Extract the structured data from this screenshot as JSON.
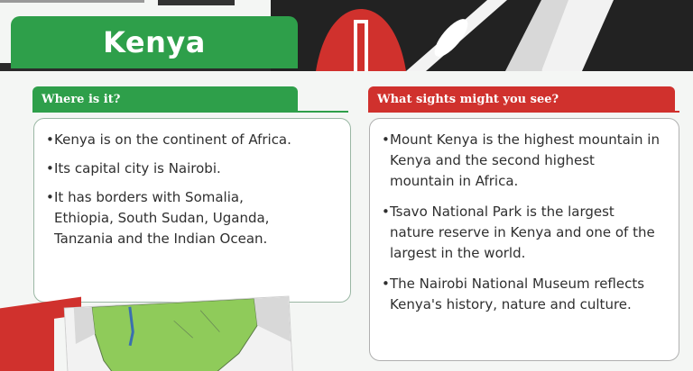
{
  "title": "Kenya",
  "sections": {
    "left": {
      "heading": "Where is it?",
      "items": [
        "Kenya is on the continent of Africa.",
        "Its capital city is Nairobi.",
        "It has borders with Somalia, Ethiopia, South Sudan, Uganda, Tanzania and the Indian Ocean."
      ]
    },
    "right": {
      "heading": "What sights might you see?",
      "items": [
        "Mount Kenya is the highest mountain in Kenya and the second highest mountain in Africa.",
        "Tsavo National Park is the largest nature reserve in Kenya and one of the largest in the world.",
        "The Nairobi National Museum reflects Kenya's history, nature and culture."
      ]
    }
  },
  "bullet_char": "•",
  "colors": {
    "green": "#2e9f4a",
    "red": "#d0312d",
    "black": "#222222",
    "map_land": "#8fcb5a"
  },
  "icons": {
    "map": "kenya-map-image",
    "flag_shield": "kenya-flag-shield"
  }
}
